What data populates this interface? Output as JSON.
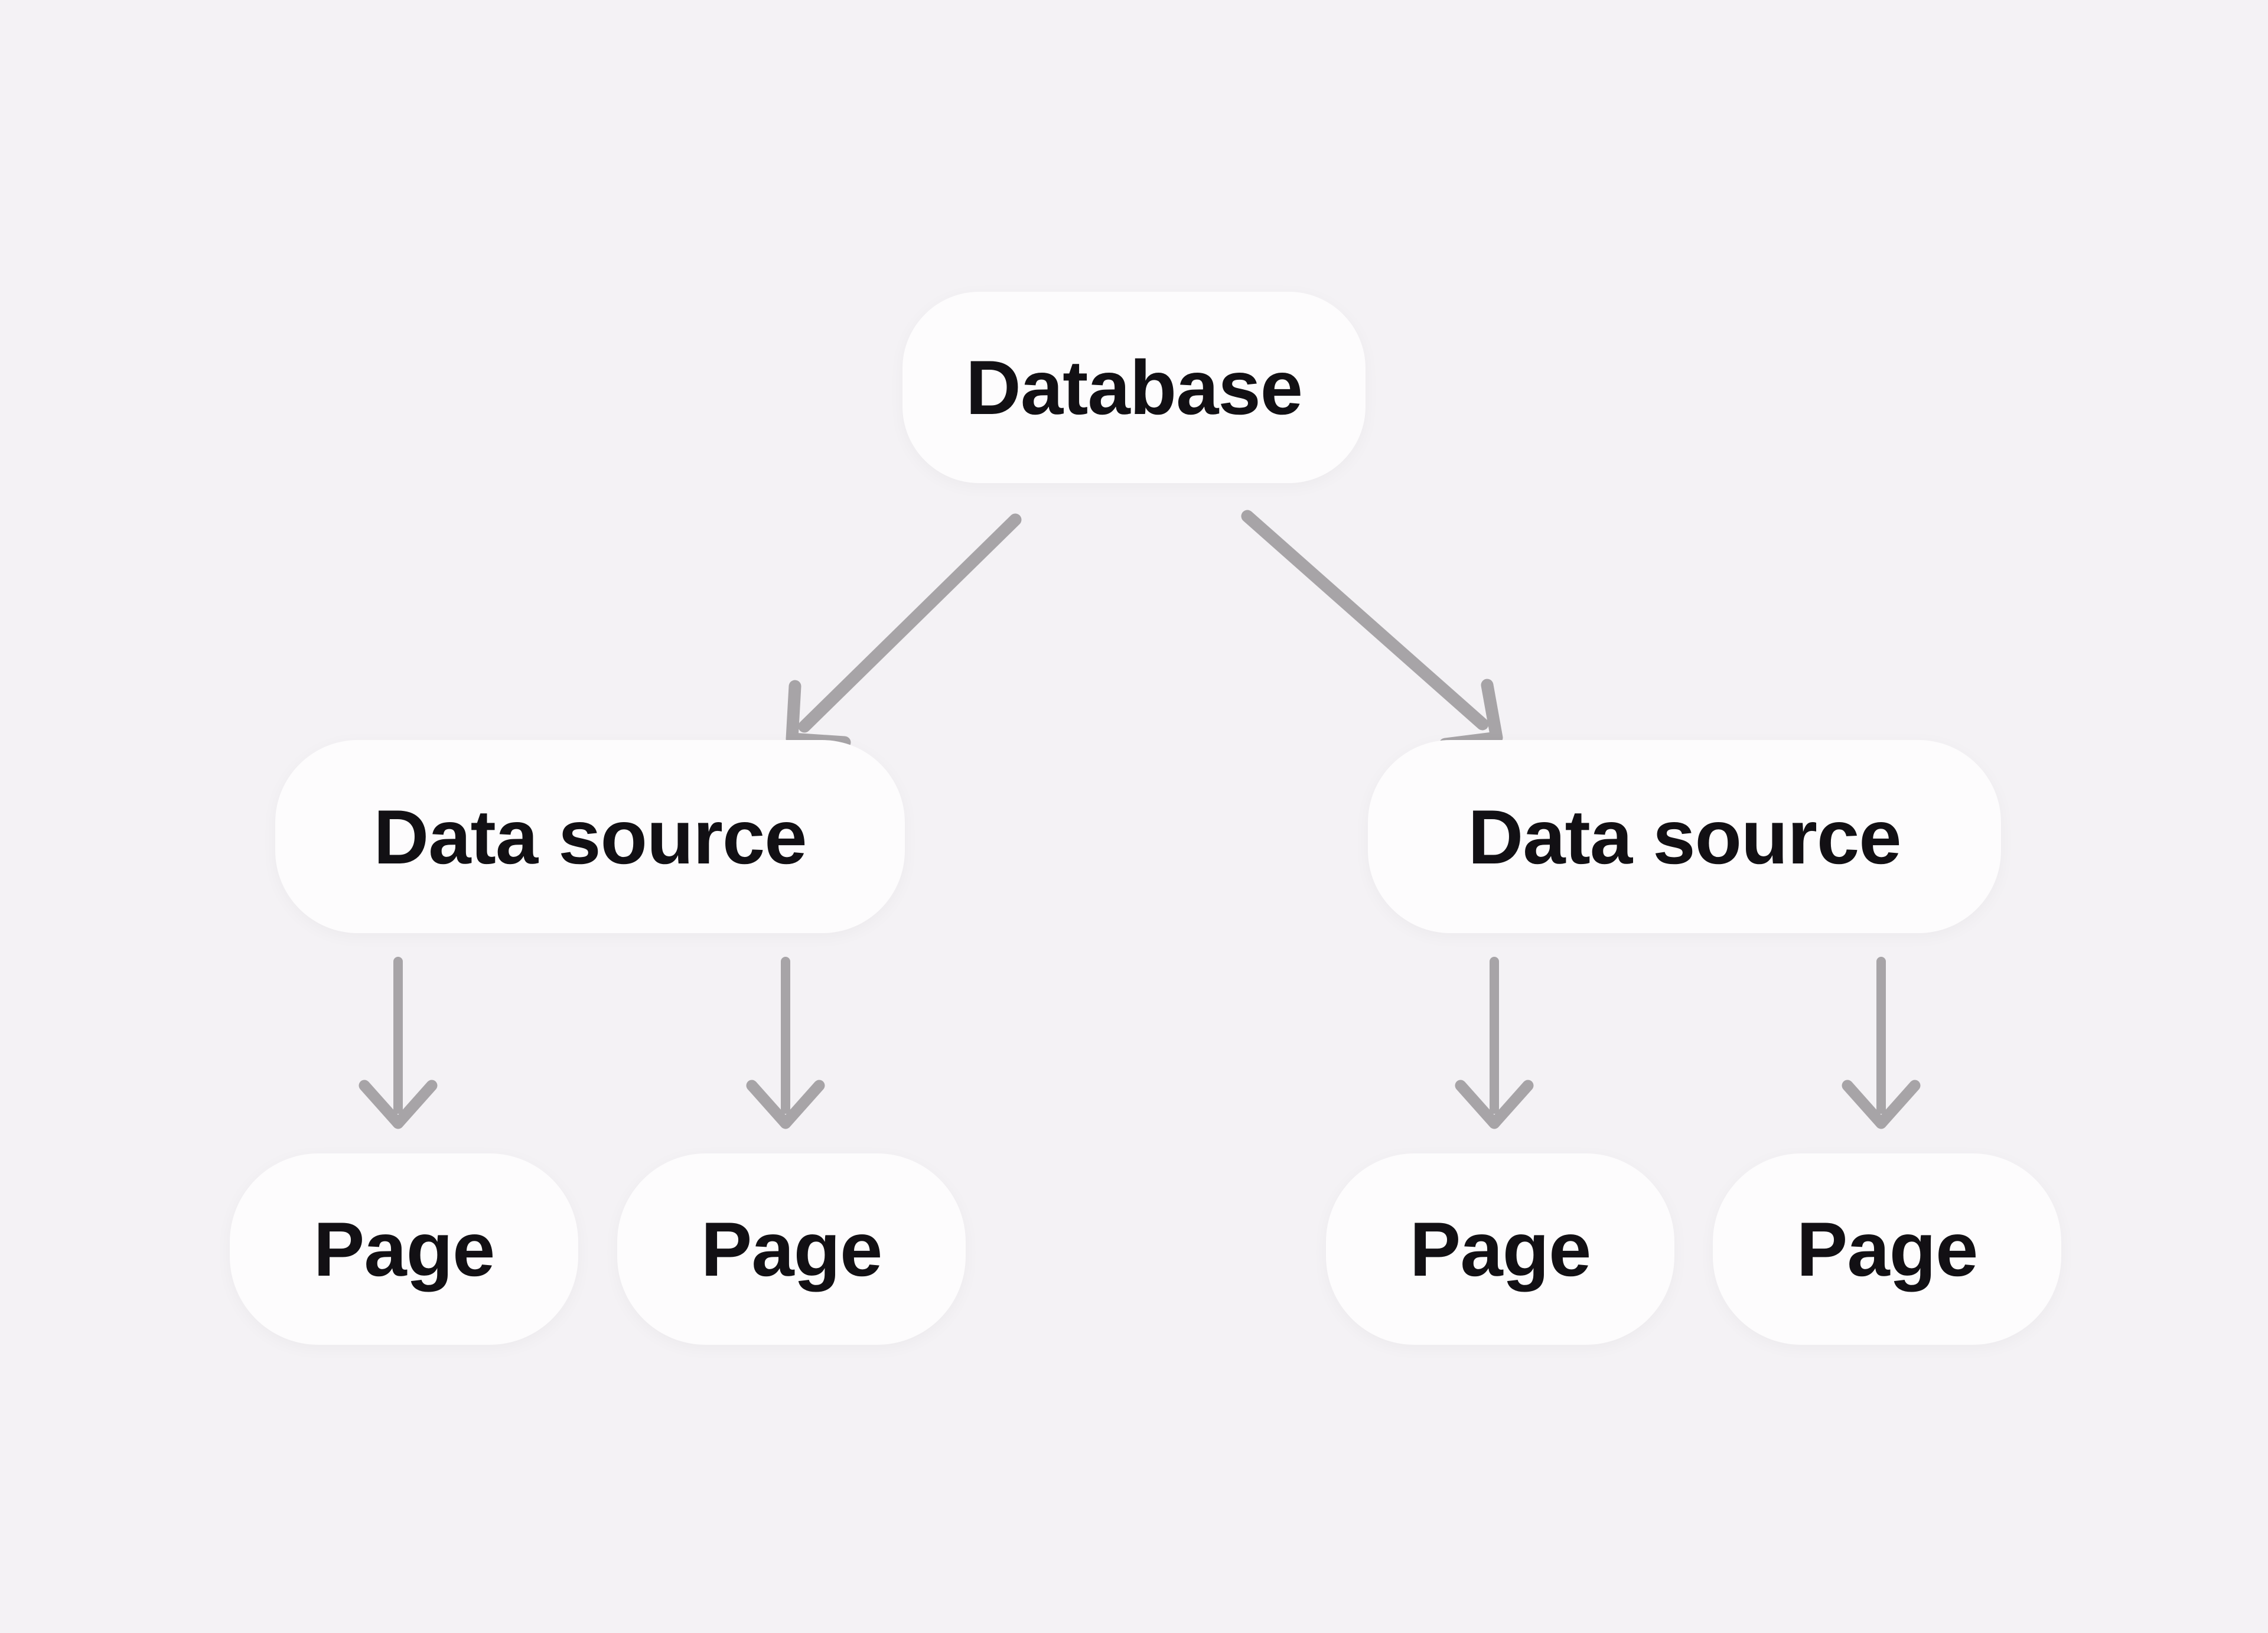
{
  "diagram": {
    "background_color": "#F4F2F5",
    "node_fill_color": "#FDFCFD",
    "text_color": "#121014",
    "arrow_color": "#A7A4A7",
    "nodes": {
      "database": {
        "label": "Database"
      },
      "data_source_left": {
        "label": "Data source"
      },
      "data_source_right": {
        "label": "Data source"
      },
      "page_left_1": {
        "label": "Page"
      },
      "page_left_2": {
        "label": "Page"
      },
      "page_right_1": {
        "label": "Page"
      },
      "page_right_2": {
        "label": "Page"
      }
    },
    "edges": [
      {
        "from": "database",
        "to": "data_source_left"
      },
      {
        "from": "database",
        "to": "data_source_right"
      },
      {
        "from": "data_source_left",
        "to": "page_left_1"
      },
      {
        "from": "data_source_left",
        "to": "page_left_2"
      },
      {
        "from": "data_source_right",
        "to": "page_right_1"
      },
      {
        "from": "data_source_right",
        "to": "page_right_2"
      }
    ]
  }
}
